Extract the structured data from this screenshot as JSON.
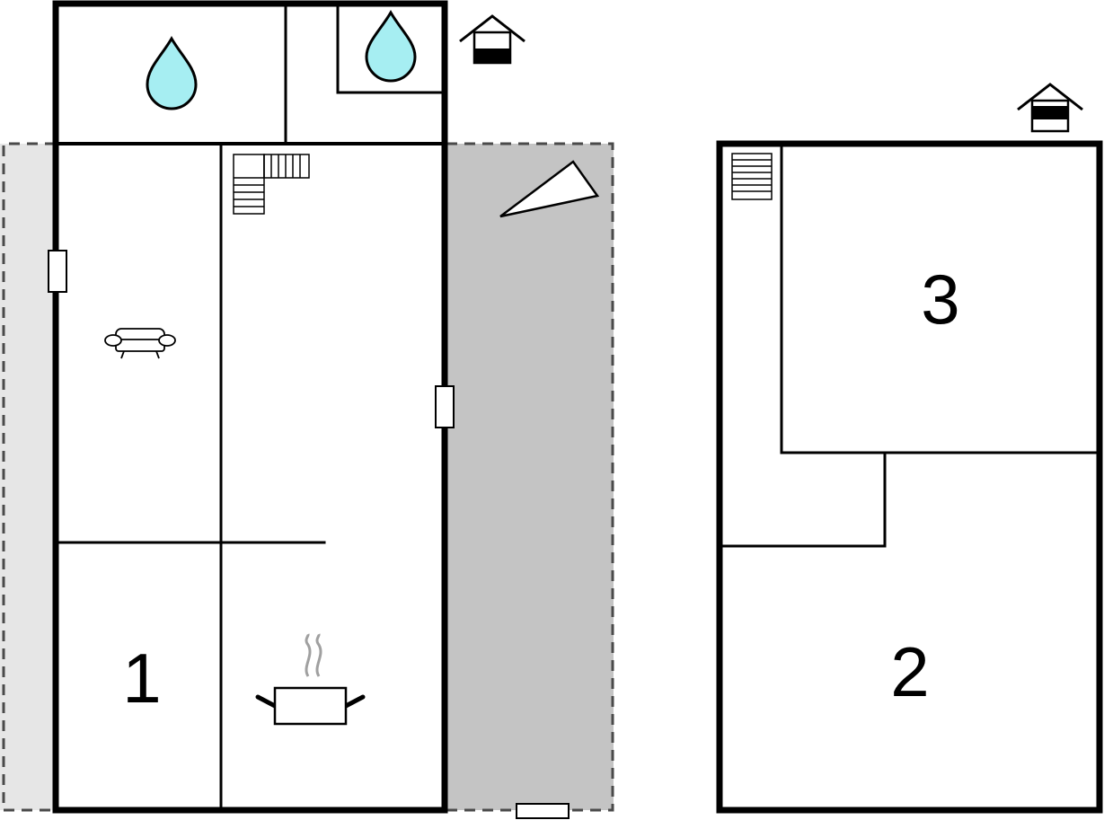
{
  "plan": {
    "rooms": [
      {
        "label": "1"
      },
      {
        "label": "2"
      },
      {
        "label": "3"
      }
    ],
    "icons": [
      "water-drop-icon",
      "house-icon",
      "stairs-icon",
      "sofa-icon",
      "cooking-pot-icon",
      "terrace-triangle-icon"
    ],
    "colors": {
      "walls": "#000000",
      "water": "#a6eef2",
      "terrace_light": "#e6e6e6",
      "terrace_dark": "#c4c4c4"
    }
  }
}
